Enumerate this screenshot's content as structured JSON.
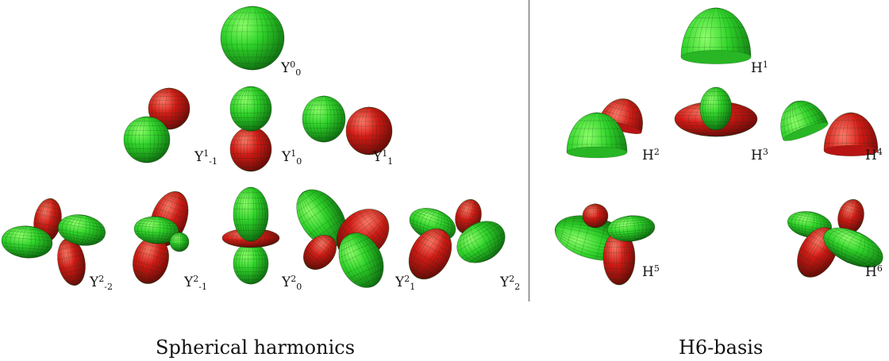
{
  "colors": {
    "green": "#22c422",
    "red": "#d01818",
    "mesh": "#0a3a0a",
    "divider": "#555555"
  },
  "panels": {
    "left_caption": "Spherical harmonics",
    "right_caption": "H6-basis"
  },
  "labels": {
    "y00": {
      "base": "Y",
      "sup": "0",
      "sub": "0"
    },
    "y1m1": {
      "base": "Y",
      "sup": "1",
      "sub": "-1"
    },
    "y10": {
      "base": "Y",
      "sup": "1",
      "sub": "0"
    },
    "y11": {
      "base": "Y",
      "sup": "1",
      "sub": "1"
    },
    "y2m2": {
      "base": "Y",
      "sup": "2",
      "sub": "-2"
    },
    "y2m1": {
      "base": "Y",
      "sup": "2",
      "sub": "-1"
    },
    "y20": {
      "base": "Y",
      "sup": "2",
      "sub": "0"
    },
    "y21": {
      "base": "Y",
      "sup": "2",
      "sub": "1"
    },
    "y22": {
      "base": "Y",
      "sup": "2",
      "sub": "2"
    },
    "h1": {
      "base": "H",
      "sup": "1"
    },
    "h2": {
      "base": "H",
      "sup": "2"
    },
    "h3": {
      "base": "H",
      "sup": "3"
    },
    "h4": {
      "base": "H",
      "sup": "4"
    },
    "h5": {
      "base": "H",
      "sup": "5"
    },
    "h6": {
      "base": "H",
      "sup": "6"
    }
  }
}
